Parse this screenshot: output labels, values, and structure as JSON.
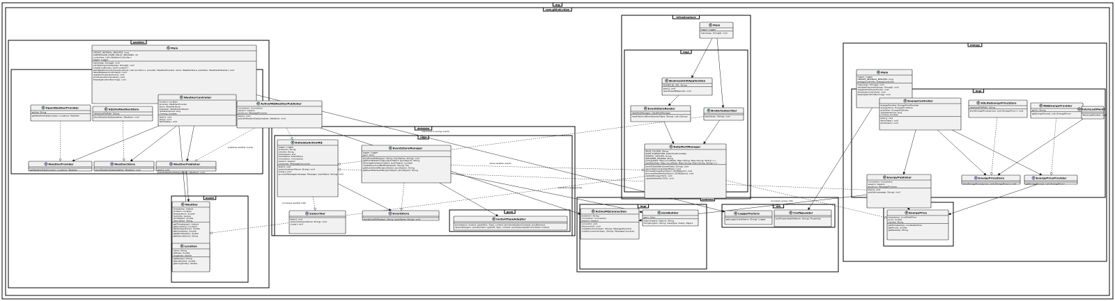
{
  "packages": {
    "org": "org",
    "root": "com.github.rbkw",
    "weather": "weather",
    "weather_impl": "impl",
    "weather_model": "model",
    "infra": "infrastructure",
    "infra_impl": "impl",
    "infra_gson": "gson",
    "datalake": "datalake",
    "datalake_impl": "impl",
    "common": "common",
    "common_impl": "impl",
    "common_util": "util",
    "energy": "energy",
    "energy_impl": "impl",
    "energy_model": "model"
  },
  "classes": {
    "weather_main": {
      "name": "Main",
      "badge": "C",
      "fields": [
        "UPDATE_INTERVAL_MINUTES: long",
        "CONTROLLER_START_DELAY_SECONDS: int",
        "controllers: List<WeatherController>",
        "logger: Logger"
      ],
      "methods": [
        "main(args: String[]): void",
        "validateArguments(args: String[]): void",
        "createLocations(): List<Location>",
        "startWeatherControllers(locations: List<Location>, provider: WeatherProvider, store: WeatherStore, publisher: WeatherPublisher): void",
        "delayBetweenControllers(): void",
        "registerShutdownHook(): void",
        "shutdownAllControllers(): void",
        "keepApplicationRunning(): void"
      ]
    },
    "open_weather_provider": {
      "name": "OpenWeatherProvider",
      "badge": "C",
      "fields": [
        "apiKey: String"
      ],
      "methods": [
        "getWeatherData(location: Location): Weather"
      ]
    },
    "sqlite_weather_store": {
      "name": "SQLiteWeatherStore",
      "badge": "C",
      "fields": [
        "databaseFilePath: String"
      ],
      "methods": [
        "storeWeatherData(weather: Weather): void"
      ]
    },
    "weather_controller": {
      "name": "WeatherController",
      "badge": "C",
      "fields": [
        "location: Location",
        "provider: WeatherProvider",
        "store: WeatherStore",
        "publisher: WeatherPublisher",
        "updateInterval: long",
        "running: boolean"
      ],
      "methods": [
        "start(): void",
        "stop(): void",
        "fetchData(): void"
      ]
    },
    "activemq_weather_publisher": {
      "name": "ActiveMQWeatherPublisher",
      "badge": "C",
      "fields": [
        "connection: Connection",
        "session: Session",
        "producer: MessageProducer"
      ],
      "methods": [
        "start(): void",
        "publishWeatherData(weather: Weather): void"
      ]
    },
    "weather_provider": {
      "name": "WeatherProvider",
      "badge": "I",
      "fields": [],
      "methods": [
        "getWeatherData(location: Location): Weather"
      ]
    },
    "weather_store": {
      "name": "WeatherStore",
      "badge": "I",
      "fields": [],
      "methods": [
        "storeWeatherData(weather: Weather): void"
      ]
    },
    "weather_publisher": {
      "name": "WeatherPublisher",
      "badge": "I",
      "fields": [],
      "methods": [
        "start(): void",
        "publishWeatherData(weather: Weather): void"
      ]
    },
    "weather_model_weather": {
      "name": "Weather",
      "badge": "C",
      "fields": [
        "timestamp: Instant",
        "location: Location",
        "temperature: double",
        "humidity: double",
        "windSpeed: double",
        "description: String"
      ],
      "methods": [
        "getTimestamp(): Instant",
        "getLocation(): Location",
        "getTemperature(): double",
        "getHumidity(): double",
        "getWindSpeed(): double",
        "getDescription(): String"
      ]
    },
    "weather_model_location": {
      "name": "Location",
      "badge": "C",
      "fields": [
        "name: String",
        "latitude: double",
        "longitude: double"
      ],
      "methods": [
        "getName(): String",
        "getLatitude(): double",
        "getLongitude(): double"
      ]
    },
    "infra_main": {
      "name": "Main",
      "badge": "C",
      "fields": [
        "logger: Logger"
      ],
      "methods": [
        "main(args: String[]): void"
      ]
    },
    "business_unit_app": {
      "name": "BusinessUnitApplication",
      "badge": "C",
      "fields": [
        "POWER_BI_URL: String"
      ],
      "methods": [
        "start(): void",
        "openPowerBIReport(): void"
      ]
    },
    "event_store_reader": {
      "name": "EventStoreReader",
      "badge": "C",
      "fields": [
        "dataMartManager: DataMartManager"
      ],
      "methods": [
        "readHistoricalEvents(eventType: String): List<String>"
      ]
    },
    "broker_subscriber": {
      "name": "BrokerSubscriber",
      "badge": "C",
      "fields": [],
      "methods": [
        "start(topic: String): void"
      ]
    },
    "datamart_manager": {
      "name": "DataMartManager",
      "badge": "C",
      "fields": [
        "BASE_FOLDER: String",
        "DATE_FORMATTER: DateTimeFormatter",
        "ENERGY_HEADER: String",
        "WEATHER_HEADER: String",
        "energyData: Map<LocalDate, Map<String, Map<String, String>>>",
        "weatherData: Map<LocalDate, Map<String, Map<String, String>>>"
      ],
      "methods": [
        "saveToDataMart(eventData: String): void",
        "generateConsolidatedFiles(): void",
        "processEnergyEvent(json: JSONObject): void",
        "processWeatherEvent(json: JSONObject): void",
        "updateEnergyCSV(): void",
        "updateWeatherCSV(): void"
      ]
    },
    "datalake_activemq_subscriber": {
      "name": "DatalakeActiveMQ",
      "badge": "C",
      "fields": [
        "logger: Logger",
        "brokerUrl: String",
        "clientId: String",
        "subscribers: List",
        "eventStore: EventStore",
        "connection: Connection",
        "session: Session",
        "consumer: MessageConsumer"
      ],
      "methods": [
        "start(): void",
        "subscribe(topicName: String): void",
        "close(): void",
        "processMessage(message: Message, topicName: String): void"
      ]
    },
    "event_store_manager": {
      "name": "EventStoreManager",
      "badge": "C",
      "fields": [
        "logger: Logger",
        "gson: Gson"
      ],
      "methods": [
        "storeEventToFile(json: String, topicName: String): void",
        "getEventDateFromJson(jsonObject: JsonObject): String",
        "isEnergyEvent(jsonObject: JsonObject): boolean",
        "createDirectoryIfNotExists(path: String): File",
        "getEventIdentifier(jsonObject: JsonObject): String",
        "getEventFileIdentifier(jsonObject: JsonObject): String"
      ]
    },
    "subscriber": {
      "name": "Subscriber",
      "badge": "I",
      "fields": [],
      "methods": [
        "start(): void",
        "subscribe(topicName: String): void",
        "close(): void"
      ]
    },
    "event_store": {
      "name": "EventStore",
      "badge": "I",
      "fields": [],
      "methods": [
        "storeEventToFile(json: String, topicName: String): void"
      ]
    },
    "instant_type_adapter": {
      "name": "InstantTypeAdapter",
      "badge": "C",
      "fields": [],
      "methods": [
        "serialize(src: Instant, typeOfSrc: Type, context: JsonSerializationContext): JsonElement",
        "deserialize(json: JsonElement, typeOfT: Type, context: JsonDeserializationContext): Instant"
      ]
    },
    "activemq_connection": {
      "name": "ActiveMQConnection",
      "badge": "C",
      "fields": [
        "brokerUrl: String",
        "connection: Connection",
        "session: Session"
      ],
      "methods": [
        "connect(): void",
        "disconnect(): void",
        "createProducer(topic: String): MessageProducer",
        "createConsumer(topic: String): MessageConsumer"
      ]
    },
    "json_builder": {
      "name": "JsonBuilder",
      "badge": "C",
      "fields": [
        "gson: Gson"
      ],
      "methods": [
        "toJson(object: Object): String",
        "fromJson(json: String, classType: Class): Object"
      ]
    },
    "logger_factory": {
      "name": "LoggerFactory",
      "badge": "C",
      "fields": [],
      "methods": [
        "getLogger(className: String): Logger"
      ]
    },
    "config_loader": {
      "name": "ConfigLoader",
      "badge": "C",
      "fields": [],
      "methods": [
        "loadProperties(fileName: String): Properties"
      ]
    },
    "energy_main": {
      "name": "Main",
      "badge": "C",
      "fields": [
        "logger: Logger",
        "UPDATE_INTERVAL_MINUTES: long",
        "energyController: EnergyController"
      ],
      "methods": [
        "main(args: String[]): void",
        "validateArguments(args: String[]): void",
        "registerShutdownHook(): void",
        "shutdownController(): void",
        "keepApplicationRunning(): void"
      ]
    },
    "energy_controller": {
      "name": "EnergyController",
      "badge": "C",
      "fields": [
        "energyProvider: EnergyPriceProvider",
        "energyStore: EnergyPriceStore",
        "publisher: EnergyPublisher",
        "updateInterval: long",
        "running: boolean"
      ],
      "methods": [
        "start(): void",
        "fetchData(): void",
        "shutdown(): void"
      ]
    },
    "sqlite_energy_price_store": {
      "name": "SQLiteEnergyPriceStore",
      "badge": "C",
      "fields": [
        "databaseFilePath: String"
      ],
      "methods": [
        "storeEnergyPrices(prices: List<EnergyPrice>): void"
      ]
    },
    "ree_energy_provider": {
      "name": "REEEnergyProvider",
      "badge": "C",
      "fields": [
        "apiUrl: String"
      ],
      "methods": [
        "getEnergyPrices(): List<EnergyPrice>"
      ]
    },
    "fetch_last_month": {
      "name": "FetchLastMonth",
      "badge": "C",
      "fields": [],
      "methods": [
        "fetchLastMonth(): void"
      ]
    },
    "energy_publisher": {
      "name": "EnergyPublisher",
      "badge": "C",
      "fields": [
        "connection: Connection",
        "session: Session",
        "producer: MessageProducer"
      ],
      "methods": [
        "start(): void",
        "publish(message: String): void"
      ]
    },
    "energy_price_store": {
      "name": "EnergyPriceStore",
      "badge": "I",
      "fields": [],
      "methods": [
        "storeEnergyPrices(prices: List<EnergyPrice>): void"
      ]
    },
    "energy_price_provider": {
      "name": "EnergyPriceProvider",
      "badge": "I",
      "fields": [],
      "methods": [
        "getEnergyPrices(): List<EnergyPrice>"
      ]
    },
    "energy_price": {
      "name": "EnergyPrice",
      "badge": "C",
      "fields": [
        "timestamp: LocalDateTime",
        "price: double",
        "market: String"
      ],
      "methods": [
        "getTimestamp(): LocalDateTime",
        "getPrice(): double",
        "getMarket(): String"
      ]
    }
  },
  "edge_labels": {
    "subscribes_energy": "subscribes to energy events",
    "publishes_weather_events": "publishes weather events",
    "stores_weather_events": "stores weather events",
    "processes_weather_data": "processes weather data",
    "publishes_energy_events": "publishes energy events",
    "processes_energy_data": "processes energy data"
  }
}
